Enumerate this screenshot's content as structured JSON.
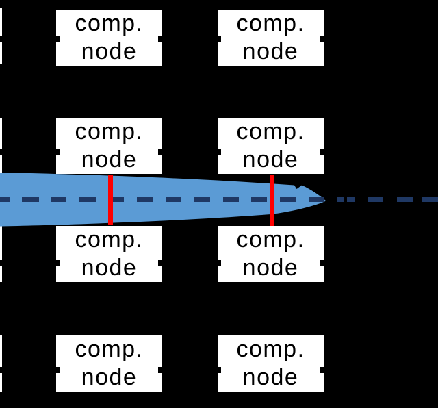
{
  "diagram": {
    "node_label_line1": "comp.",
    "node_label_line2": "node",
    "grid": {
      "full_columns": 2,
      "rows": 4,
      "clipped_left_column": true
    },
    "colors": {
      "background": "#000000",
      "node_fill": "#FFFFFF",
      "node_text": "#000000",
      "connector_stub": "#000000",
      "ellipse_fill": "#5B9BD5",
      "trajectory_dash": "#1F3864",
      "marker_line": "#FF0000"
    }
  }
}
